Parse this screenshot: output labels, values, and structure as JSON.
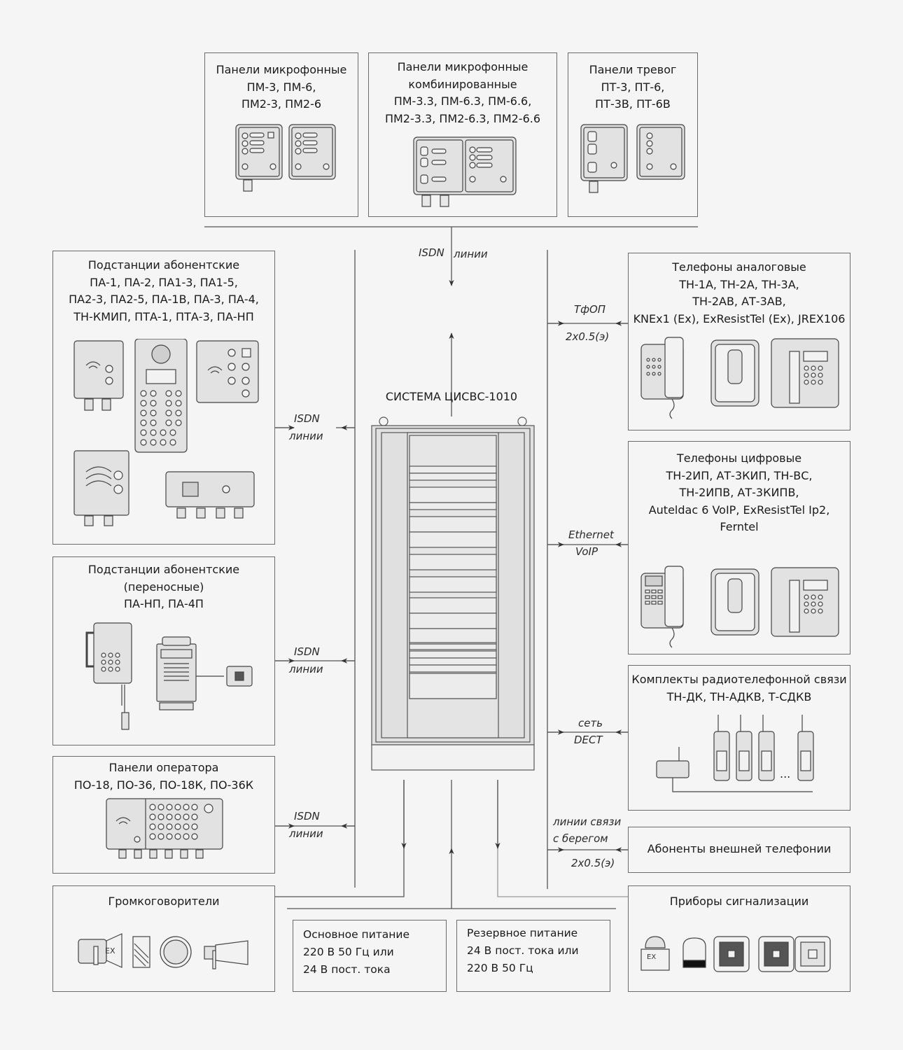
{
  "diagram": {
    "system_title": "СИСТЕМА ЦИСВС-1010",
    "top_blocks": [
      {
        "id": "mic-panels",
        "title": "Панели микрофонные\nПМ-3, ПМ-6,\nПМ2-3, ПМ2-6"
      },
      {
        "id": "mic-panels-combined",
        "title": "Панели микрофонные\nкомбинированные\nПМ-3.3, ПМ-6.3, ПМ-6.6,\nПМ2-3.3, ПМ2-6.3, ПМ2-6.6"
      },
      {
        "id": "alarm-panels",
        "title": "Панели тревог\nПТ-3, ПТ-6,\nПТ-3В, ПТ-6В"
      }
    ],
    "left_blocks": [
      {
        "id": "substations",
        "title": "Подстанции абонентские\nПА-1, ПА-2, ПА1-3, ПА1-5,\nПА2-3, ПА2-5, ПА-1В, ПА-3, ПА-4,\nТН-КМИП, ПТА-1, ПТА-3, ПА-НП"
      },
      {
        "id": "portable-substations",
        "title": "Подстанции абонентские\n(переносные)\nПА-НП, ПА-4П"
      },
      {
        "id": "operator-panels",
        "title": "Панели оператора\nПО-18, ПО-36, ПО-18К, ПО-36К"
      },
      {
        "id": "loudspeakers",
        "title": "Громкоговорители"
      }
    ],
    "right_blocks": [
      {
        "id": "analog-phones",
        "title": "Телефоны аналоговые\nТН-1А, ТН-2А, ТН-3А,\nТН-2АВ, АТ-3АВ,\nKNEx1 (Ex), ExResistTel (Ex), JREX106"
      },
      {
        "id": "digital-phones",
        "title": "Телефоны цифровые\nТН-2ИП, АТ-3КИП, ТН-ВС,\nТН-2ИПВ, АТ-3КИПВ,\nAuteldac 6 VoIP, ExResistTel Ip2,\nFerntel"
      },
      {
        "id": "radio-kits",
        "title": "Комплекты радиотелефонной связи\nТН-ДК, ТН-АДКВ, Т-СДКВ"
      },
      {
        "id": "external-subscribers",
        "title": "Абоненты внешней телефонии"
      },
      {
        "id": "signal-devices",
        "title": "Приборы сигнализации"
      }
    ],
    "power_blocks": [
      {
        "id": "main-power",
        "text": "Основное питание\n220 В 50 Гц или\n24 В пост. тока"
      },
      {
        "id": "backup-power",
        "text": "Резервное питание\n24 В пост. тока или\n220 В 50 Гц"
      }
    ],
    "connection_labels": {
      "top": {
        "a": "ISDN",
        "b": "линии"
      },
      "left_1": {
        "a": "ISDN",
        "b": "линии"
      },
      "left_2": {
        "a": "ISDN",
        "b": "линии"
      },
      "left_3": {
        "a": "ISDN",
        "b": "линии"
      },
      "right_analog": {
        "a": "ТфОП",
        "b": "2x0.5(э)"
      },
      "right_digital": {
        "a": "Ethernet",
        "b": "VoIP"
      },
      "right_dect": {
        "a": "сеть",
        "b": "DECT"
      },
      "right_external": {
        "a": "линии связи",
        "b": "с берегом",
        "c": "2x0.5(э)"
      }
    },
    "device_icons": {
      "loudspeakers": [
        "ex-horn-loudspeaker-icon",
        "column-loudspeaker-icon",
        "ceiling-loudspeaker-icon",
        "horn-loudspeaker-icon"
      ],
      "signal_devices": [
        "ex-beacon-icon",
        "rotating-beacon-icon",
        "sounder-icon",
        "combined-sounder-icon",
        "flash-light-icon"
      ],
      "ex_label": "EX",
      "dect_more": "..."
    },
    "colors": {
      "background": "#f5f5f5",
      "stroke": "#6b6b6b",
      "device_fill": "#e2e2e2",
      "dark_fill": "#555555"
    }
  }
}
